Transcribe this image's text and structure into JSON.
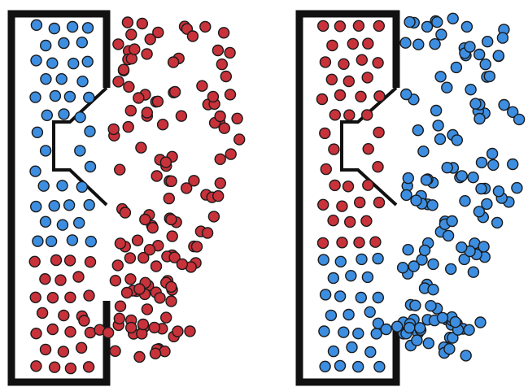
{
  "colors": {
    "red_particle": "#c8323a",
    "blue_particle": "#3d8ee0",
    "outline": "#111111",
    "background": "#ffffff"
  },
  "panels": [
    {
      "name": "left",
      "inside_upper_particles": "blue",
      "inside_lower_particles": "red",
      "outside_particles": "red"
    },
    {
      "name": "right",
      "inside_upper_particles": "red",
      "inside_lower_particles": "blue",
      "outside_particles": "blue"
    }
  ]
}
